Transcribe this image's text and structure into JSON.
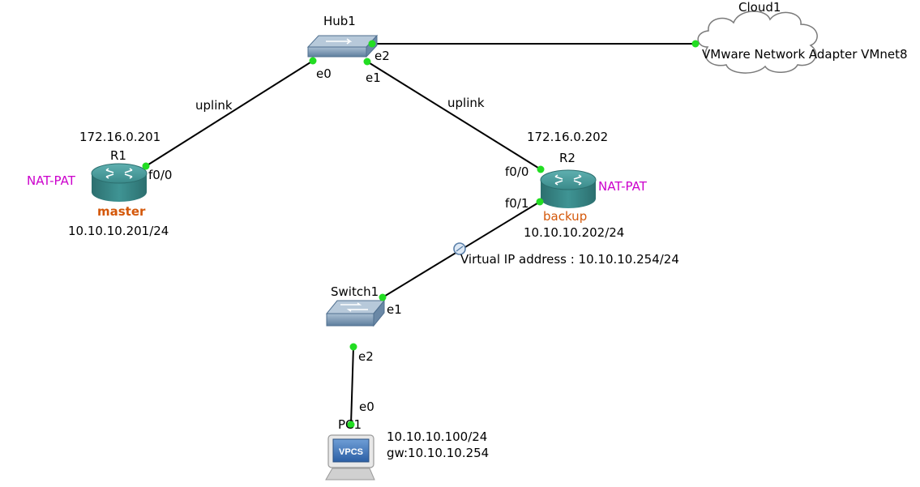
{
  "nodes": {
    "hub1": {
      "name": "Hub1"
    },
    "cloud1": {
      "name": "Cloud1",
      "adapter": "VMware Network Adapter VMnet8"
    },
    "r1": {
      "name": "R1",
      "wan_ip": "172.16.0.201",
      "lan_ip": "10.10.10.201/24",
      "nat_label": "NAT-PAT",
      "role": "master"
    },
    "r2": {
      "name": "R2",
      "wan_ip": "172.16.0.202",
      "lan_ip": "10.10.10.202/24",
      "nat_label": "NAT-PAT",
      "role": "backup"
    },
    "switch1": {
      "name": "Switch1"
    },
    "pc1": {
      "name": "PC1",
      "screen_label": "VPCS",
      "ip": "10.10.10.100/24",
      "gateway": "gw:10.10.10.254"
    }
  },
  "ports": {
    "hub_e0": "e0",
    "hub_e1": "e1",
    "hub_e2": "e2",
    "r1_f00": "f0/0",
    "r2_f00": "f0/0",
    "r2_f01": "f0/1",
    "sw_e1": "e1",
    "sw_e2": "e2",
    "pc_e0": "e0"
  },
  "links": {
    "r1_hub": "uplink",
    "r2_hub": "uplink",
    "vip_note": "Virtual IP address : 10.10.10.254/24"
  },
  "colors": {
    "port_dot": "#22dd22",
    "router_body": "#3d8f8f",
    "nat_label": "#cc00cc",
    "role_label": "#d4580a"
  }
}
